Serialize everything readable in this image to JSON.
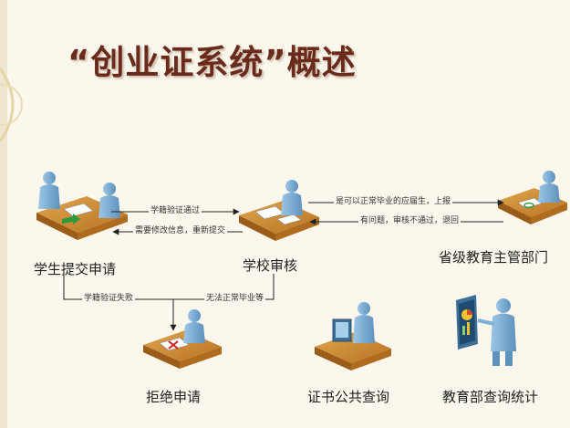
{
  "title": "“创业证系统”概述",
  "nodes": {
    "student_apply": "学生提交申请",
    "school_review": "学校审核",
    "province_dept": "省级教育主管部门",
    "reject": "拒绝申请",
    "public_query": "证书公共查询",
    "ministry_stats": "教育部查询统计"
  },
  "edges": {
    "enrollment_ok": "学籍验证通过",
    "revise_resubmit": "需要修改信息，重新提交",
    "is_graduate_report": "是可以正常毕业的应届生，上报",
    "problem_return": "有问题，审核不通过，退回",
    "enrollment_fail": "学籍验证失败",
    "cannot_graduate": "无法正常毕业等"
  },
  "colors": {
    "title": "#6a2a1c",
    "desk": "#c9862f",
    "person": "#7fb0d6",
    "arrow": "#222222",
    "background": "#fbf7ec"
  }
}
